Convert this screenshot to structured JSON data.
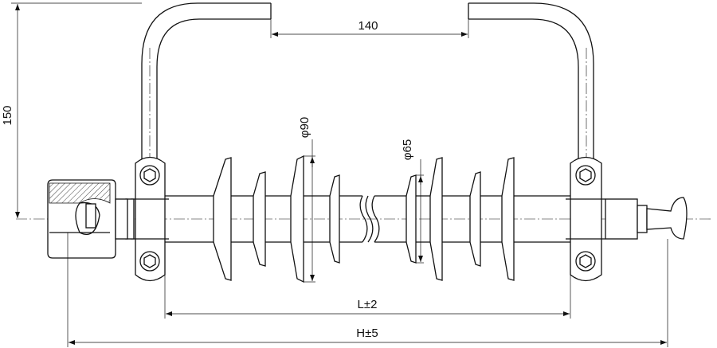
{
  "dimensions": {
    "arm_gap": "140",
    "arm_height": "150",
    "shed_large_diameter": "φ90",
    "shed_small_diameter": "φ65",
    "length_L": "L±2",
    "length_H": "H±5"
  }
}
